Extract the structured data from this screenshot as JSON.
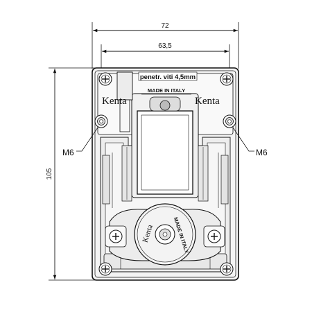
{
  "drawing": {
    "dimensions": {
      "overall_width": "72",
      "hole_spacing": "63,5",
      "overall_height": "105"
    },
    "callouts": {
      "left_thread": "M6",
      "right_thread": "M6"
    },
    "plate_text": {
      "screw_note": "penetr. viti 4,5mm",
      "origin": "MADE IN ITALY"
    },
    "brand": {
      "left": "Kenta",
      "right": "Kenta",
      "rotor": "Kenta"
    },
    "rotor_text": "MADE IN ITALY"
  }
}
